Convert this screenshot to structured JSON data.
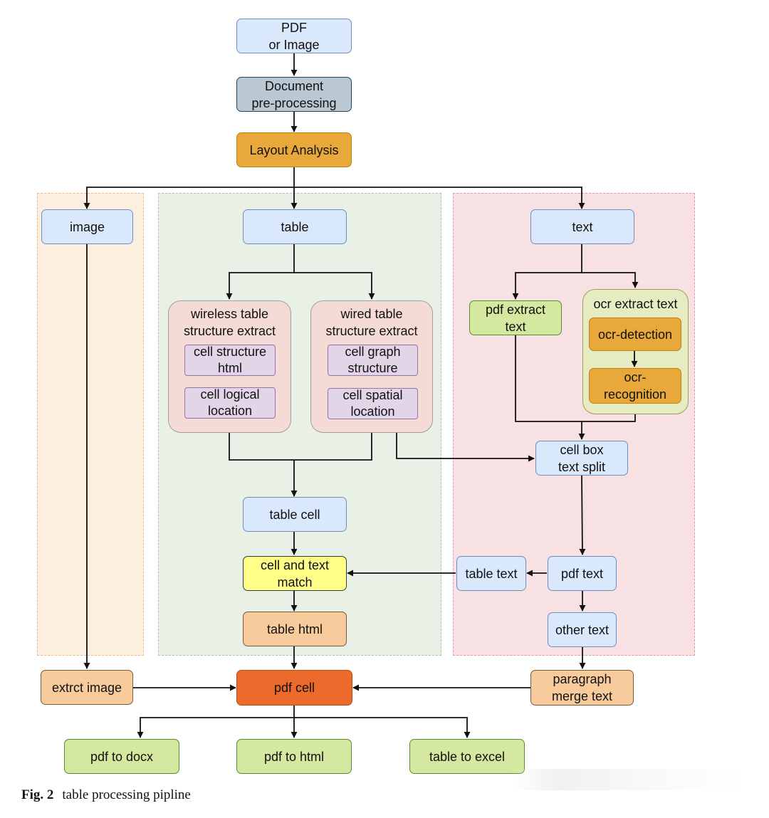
{
  "nodes": {
    "pdf_or_image": "PDF\nor Image",
    "doc_preprocessing": "Document\npre-processing",
    "layout_analysis": "Layout Analysis",
    "image": "image",
    "table": "table",
    "text": "text",
    "wireless_table": "wireless table\nstructure extract",
    "cell_structure_html": "cell structure\nhtml",
    "cell_logical_location": "cell logical\nlocation",
    "wired_table": "wired table\nstructure extract",
    "cell_graph_structure": "cell graph\nstructure",
    "cell_spatial_location": "cell spatial\nlocation",
    "pdf_extract_text": "pdf extract\ntext",
    "ocr_extract_text": "ocr extract text",
    "ocr_detection": "ocr-detection",
    "ocr_recognition": "ocr-\nrecognition",
    "cell_box_text_split": "cell box\ntext split",
    "table_cell": "table cell",
    "cell_and_text_match": "cell and text\nmatch",
    "table_text": "table text",
    "pdf_text": "pdf text",
    "table_html": "table html",
    "other_text": "other text",
    "extract_image": "extrct image",
    "pdf_cell": "pdf cell",
    "paragraph_merge_text": "paragraph\nmerge text",
    "pdf_to_docx": "pdf to docx",
    "pdf_to_html": "pdf to html",
    "table_to_excel": "table to excel"
  },
  "caption": {
    "label": "Fig. 2",
    "text": "table processing pipline"
  },
  "colors": {
    "blue_fill": "#dae8fc",
    "orange_fill": "#e9a83a",
    "green_fill": "#d5e8a0",
    "yellow_fill": "#ffff88",
    "peach_fill": "#f8cb9c",
    "pdf_cell_fill": "#ec6a2c",
    "purple_fill": "#e1d5e7"
  }
}
